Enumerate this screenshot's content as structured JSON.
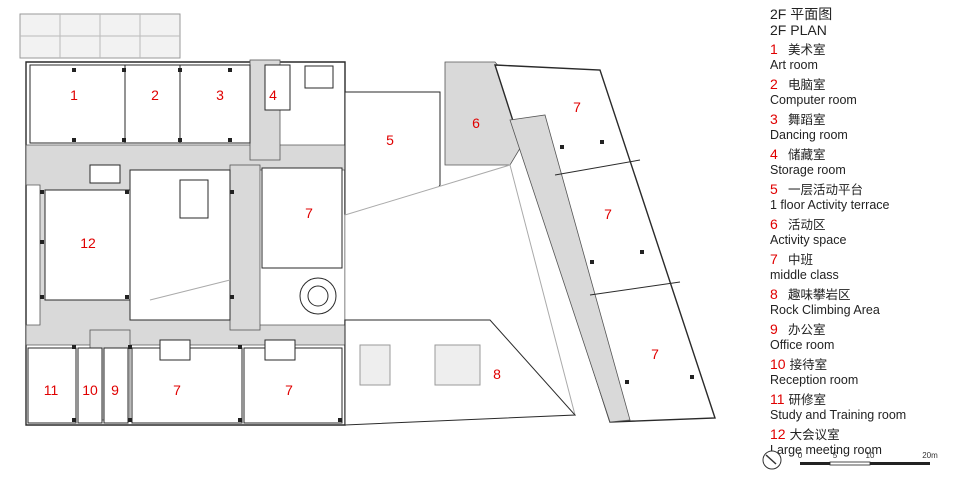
{
  "title": {
    "cn": "2F 平面图",
    "en": "2F PLAN"
  },
  "legend": [
    {
      "num": "1",
      "cn": "美术室",
      "en": "Art room"
    },
    {
      "num": "2",
      "cn": "电脑室",
      "en": "Computer room"
    },
    {
      "num": "3",
      "cn": "舞蹈室",
      "en": "Dancing room"
    },
    {
      "num": "4",
      "cn": "储藏室",
      "en": "Storage room"
    },
    {
      "num": "5",
      "cn": "一层活动平台",
      "en": "1 floor Activity terrace"
    },
    {
      "num": "6",
      "cn": "活动区",
      "en": "Activity space"
    },
    {
      "num": "7",
      "cn": "中班",
      "en": "middle class"
    },
    {
      "num": "8",
      "cn": "趣味攀岩区",
      "en": "Rock Climbing Area"
    },
    {
      "num": "9",
      "cn": "办公室",
      "en": "Office room"
    },
    {
      "num": "10",
      "cn": "接待室",
      "en": "Reception room"
    },
    {
      "num": "11",
      "cn": "研修室",
      "en": "Study and Training room"
    },
    {
      "num": "12",
      "cn": "大会议室",
      "en": "Large meeting room"
    }
  ],
  "plan_labels": [
    "1",
    "2",
    "3",
    "4",
    "5",
    "6",
    "7",
    "7",
    "7",
    "7",
    "7",
    "7",
    "8",
    "9",
    "10",
    "11",
    "12"
  ],
  "scale": {
    "ticks": [
      "0",
      "5",
      "10",
      "20m"
    ]
  },
  "colors": {
    "number": "#e00000",
    "line": "#222222",
    "corridor": "#d9d9d9"
  }
}
